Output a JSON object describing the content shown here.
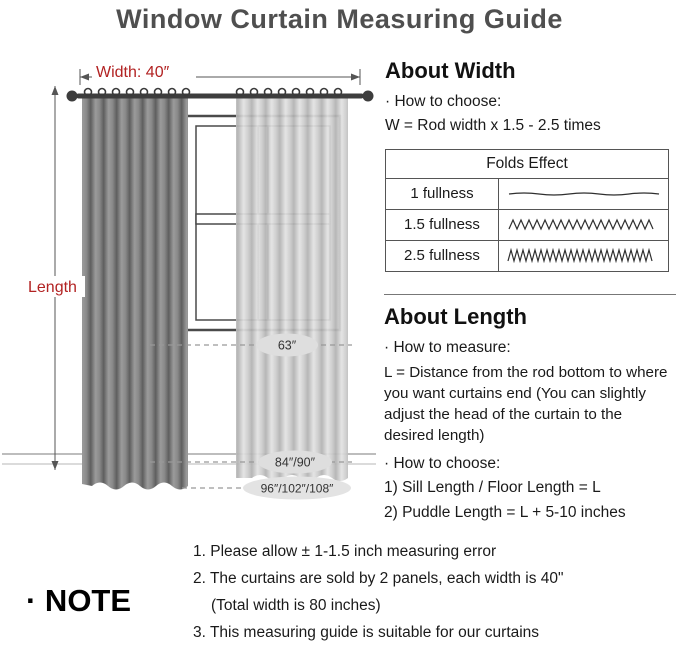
{
  "title": "Window Curtain Measuring Guide",
  "colors": {
    "accent_red": "#b22222",
    "title_gray": "#4f4f4f"
  },
  "diagram": {
    "width_label": "Width:  40″",
    "length_label": "Length",
    "badge_sill": "63″",
    "badge_floor": "84″/90″",
    "badge_puddle": "96″/102″/108″"
  },
  "about_width": {
    "heading": "About Width",
    "bullet_choose": "· How to choose:",
    "formula": "W = Rod width x 1.5 - 2.5 times",
    "table": {
      "header": "Folds Effect",
      "row_labels": [
        "1 fullness",
        "1.5 fullness",
        "2.5 fullness"
      ]
    }
  },
  "about_length": {
    "heading": "About Length",
    "bullet_measure": "· How to measure:",
    "measure_text": "L = Distance from the rod bottom to where you want curtains end  (You can slightly adjust the head of the curtain to the desired length)",
    "bullet_choose": "· How to choose:",
    "choose_1": "1)  Sill Length / Floor Length = L",
    "choose_2": "2)  Puddle Length = L + 5-10 inches"
  },
  "note": {
    "heading": "· NOTE",
    "item_1": "1. Please allow ± 1-1.5 inch measuring error",
    "item_2": "2. The curtains are sold by 2 panels, each width is 40\"",
    "item_2b": "(Total width is 80 inches)",
    "item_3": "3. This measuring guide is suitable for our curtains"
  }
}
